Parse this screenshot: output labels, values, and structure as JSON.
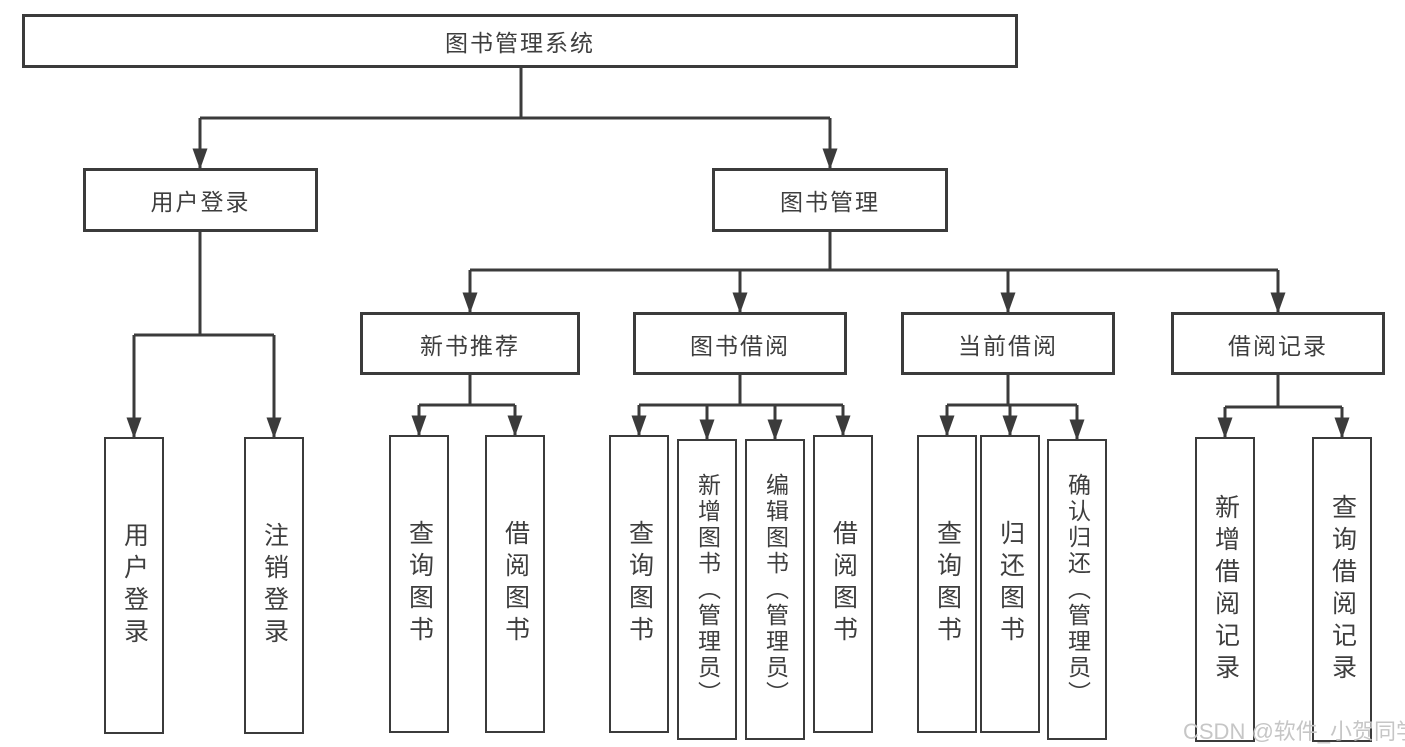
{
  "diagram": {
    "type": "tree",
    "title": "图书管理系统",
    "nodes": {
      "root": "图书管理系统",
      "user_login": "用户登录",
      "book_mgmt": "图书管理",
      "new_books": "新书推荐",
      "book_borrow": "图书借阅",
      "current_borrow": "当前借阅",
      "borrow_records": "借阅记录",
      "leaf_user_login": "用户登录",
      "leaf_logout": "注销登录",
      "leaf_query_books_1": "查询图书",
      "leaf_borrow_books_1": "借阅图书",
      "leaf_query_books_2": "查询图书",
      "leaf_add_books": "新增图书（管理员）",
      "leaf_edit_books": "编辑图书（管理员）",
      "leaf_borrow_books_2": "借阅图书",
      "leaf_query_books_3": "查询图书",
      "leaf_return_books": "归还图书",
      "leaf_confirm_return": "确认归还（管理员）",
      "leaf_add_record": "新增借阅记录",
      "leaf_query_record": "查询借阅记录"
    },
    "hierarchy": {
      "图书管理系统": {
        "用户登录": [
          "用户登录",
          "注销登录"
        ],
        "图书管理": {
          "新书推荐": [
            "查询图书",
            "借阅图书"
          ],
          "图书借阅": [
            "查询图书",
            "新增图书（管理员）",
            "编辑图书（管理员）",
            "借阅图书"
          ],
          "当前借阅": [
            "查询图书",
            "归还图书",
            "确认归还（管理员）"
          ],
          "借阅记录": [
            "新增借阅记录",
            "查询借阅记录"
          ]
        }
      }
    }
  },
  "watermark": "CSDN @软件_小贺同学",
  "colors": {
    "line": "#3b3b3b",
    "text": "#3e3e3e",
    "watermark": "#c6c6c6",
    "background": "#ffffff"
  }
}
